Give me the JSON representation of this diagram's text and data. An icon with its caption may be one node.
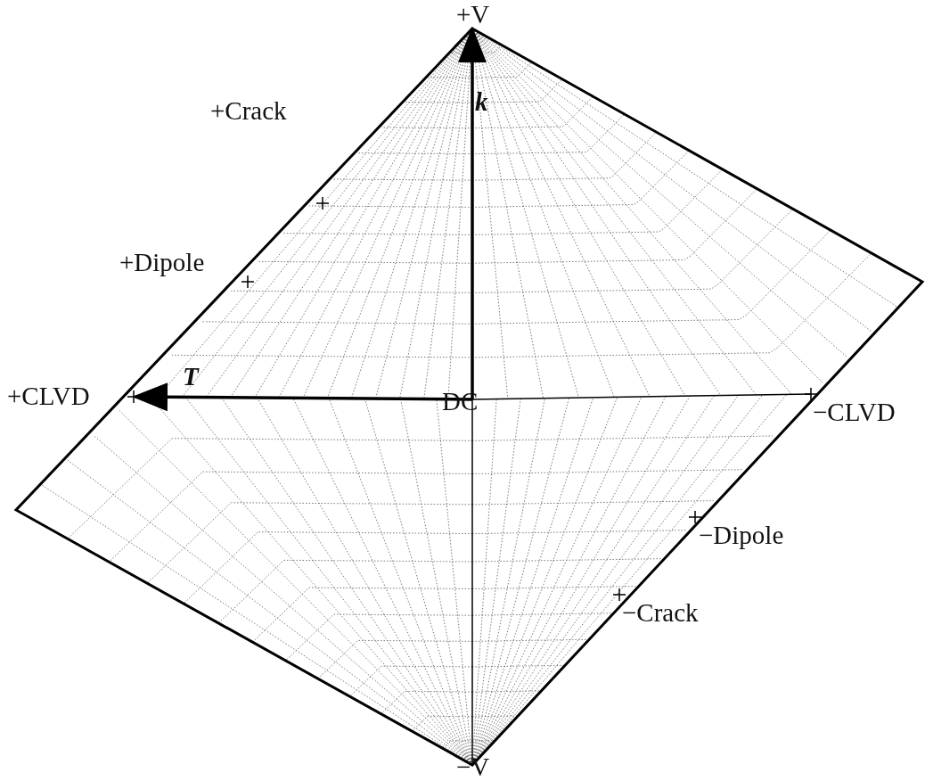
{
  "diagram": {
    "labels": [
      "+V",
      "k",
      "+Crack",
      "+Dipole",
      "+CLVD",
      "T",
      "DC",
      "−CLVD",
      "−Dipole",
      "−Crack",
      "−V"
    ]
  }
}
